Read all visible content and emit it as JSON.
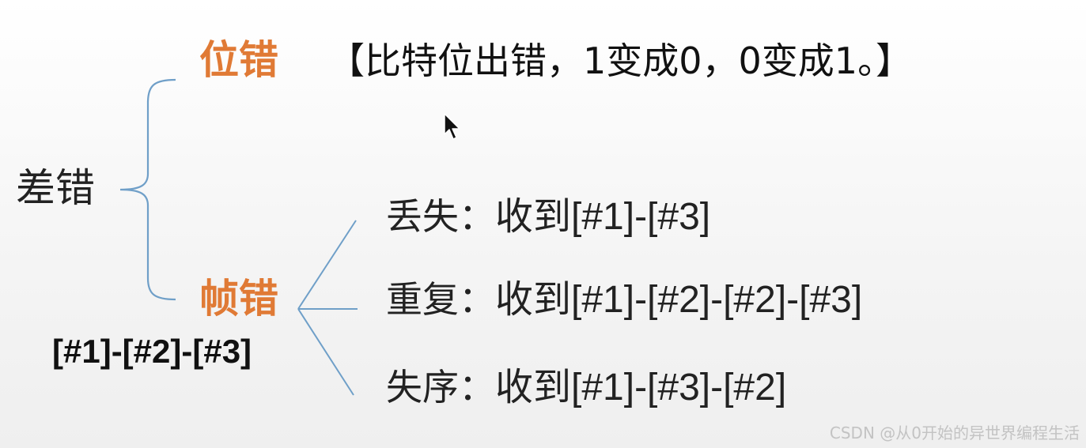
{
  "root": {
    "label": "差错"
  },
  "branches": {
    "bit_error": {
      "title": "位错",
      "description": "【比特位出错，1变成0，0变成1。】"
    },
    "frame_error": {
      "title": "帧错",
      "sequence": "[#1]-[#2]-[#3]",
      "items": [
        {
          "name": "丢失：",
          "value": "收到[#1]-[#3]"
        },
        {
          "name": "重复：",
          "value": "收到[#1]-[#2]-[#2]-[#3]"
        },
        {
          "name": "失序：",
          "value": "收到[#1]-[#3]-[#2]"
        }
      ]
    }
  },
  "watermark": "CSDN @从0开始的异世界编程生活",
  "colors": {
    "branch_title": "#e07a35",
    "brace_line": "#6f9fc8",
    "text": "#222222"
  },
  "icons": {
    "cursor": "mouse-pointer-icon"
  }
}
